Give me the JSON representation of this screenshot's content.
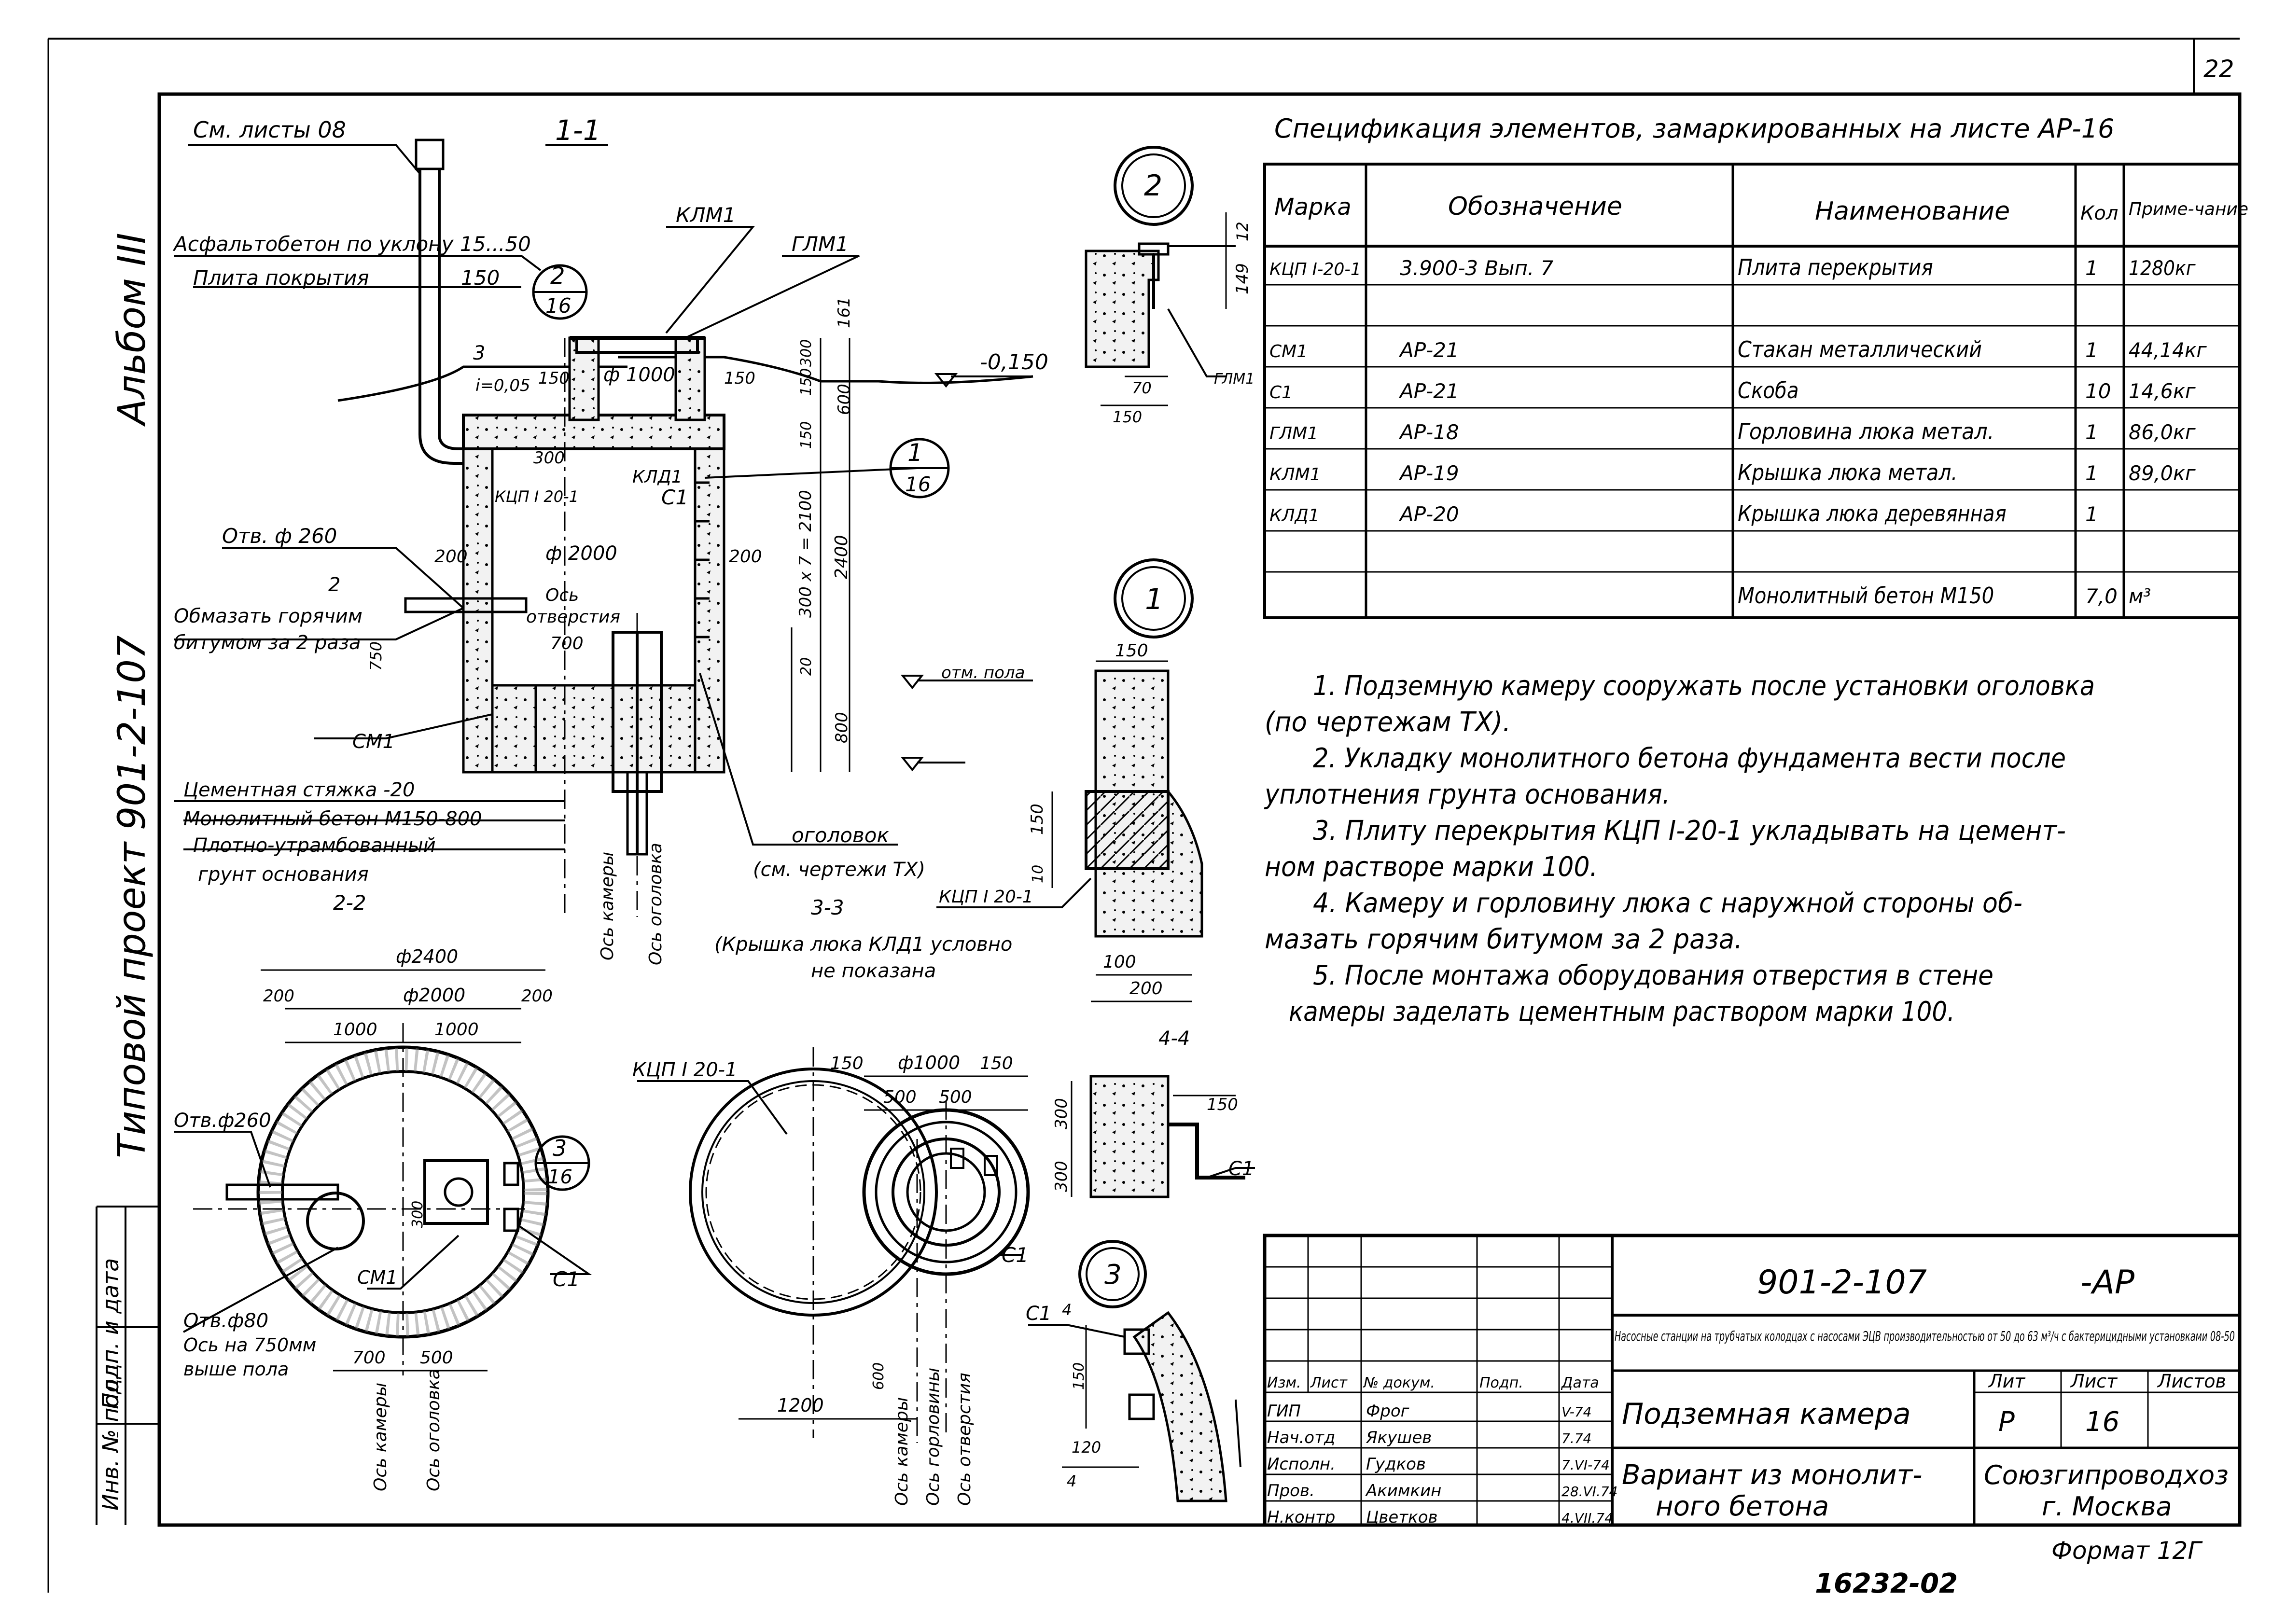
{
  "sheet": {
    "page_number": "22",
    "album": "Альбом III",
    "project": "Типовой проект 901-2-107",
    "bottom_code": "16232-02",
    "format": "Формат 12Г"
  },
  "spec": {
    "title": "Спецификация элементов, замаркированных на листе АР-16",
    "headers": [
      "Марка",
      "Обозначение",
      "Наименование",
      "Кол",
      "Приме-чание"
    ],
    "rows": [
      [
        "КЦП I-20-1",
        "3.900-3 Вып. 7",
        "Плита перекрытия",
        "1",
        "1280кг"
      ],
      [
        "",
        "",
        "",
        "",
        ""
      ],
      [
        "СМ1",
        "АР-21",
        "Стакан металлический",
        "1",
        "44,14кг"
      ],
      [
        "С1",
        "АР-21",
        "Скоба",
        "10",
        "14,6кг"
      ],
      [
        "ГЛМ1",
        "АР-18",
        "Горловина люка метал.",
        "1",
        "86,0кг"
      ],
      [
        "КЛМ1",
        "АР-19",
        "Крышка люка метал.",
        "1",
        "89,0кг"
      ],
      [
        "КЛД1",
        "АР-20",
        "Крышка люка деревянная",
        "1",
        ""
      ],
      [
        "",
        "",
        "",
        "",
        ""
      ],
      [
        "",
        "",
        "Монолитный бетон М150",
        "7,0",
        "м³"
      ]
    ]
  },
  "notes": [
    "1. Подземную камеру сооружать после установки оголовка",
    "(по чертежам ТХ).",
    "2. Укладку монолитного бетона фундамента вести после",
    "уплотнения грунта основания.",
    "3. Плиту перекрытия КЦП I-20-1 укладывать на цемент-",
    "ном растворе марки 100.",
    "4. Камеру и горловину люка с наружной стороны об-",
    "мазать горячим битумом за 2 раза.",
    "5. После монтажа оборудования отверстия в стене",
    "камеры заделать цементным раствором марки 100."
  ],
  "section11": {
    "title": "1-1",
    "labels": {
      "see_sheets": "См. листы 08",
      "asphalt": "Асфальтобетон по уклону 15...50",
      "cover_slab": "Плита покрытия",
      "cover_150": "150",
      "klm1": "КЛМ1",
      "glm1": "ГЛМ1",
      "kld1": "КЛД1",
      "kcp": "КЦП I 20-1",
      "c1": "С1",
      "level": "-0,150",
      "hole260": "Отв. ф 260",
      "bitumen1": "Обмазать горячим",
      "bitumen2": "битумом за 2 раза",
      "cm1": "СМ1",
      "screed": "Цементная стяжка -20",
      "concrete": "Монолитный бетон М150-800",
      "ground1": "Плотно-утрамбованный",
      "ground2": "грунт основания",
      "axis_hole1": "Ось",
      "axis_hole2": "отверстия",
      "head": "оголовок",
      "head_ref": "(см. чертежи ТХ)",
      "floor": "отм. пола",
      "axis_chamber": "Ось камеры",
      "axis_head": "Ось оголовка",
      "slope": "i=0,05",
      "three": "3",
      "two": "2",
      "d1000": "ф 1000",
      "d2000": "ф 2000",
      "d700": "700",
      "d200a": "200",
      "d200b": "200",
      "d150a": "150",
      "d150b": "150",
      "d300": "300",
      "d750": "750",
      "d600": "600",
      "d2400": "2400",
      "d300x7": "300 х 7 = 2100",
      "d150c": "150",
      "d300b": "300",
      "d161": "161",
      "d150d": "150",
      "d20": "20",
      "d800": "800",
      "callout_2": "2",
      "callout_16a": "16",
      "callout_1": "1",
      "callout_16b": "16"
    }
  },
  "section22": {
    "title": "2-2",
    "labels": {
      "d2400": "ф2400",
      "d2000": "ф2000",
      "d200a": "200",
      "d200b": "200",
      "d1000a": "1000",
      "d1000b": "1000",
      "hole260": "Отв.ф260",
      "hole80": "Отв.ф80",
      "axis_note1": "Ось на 750мм",
      "axis_note2": "выше пола",
      "d700": "700",
      "d500": "500",
      "d300": "300",
      "cm1": "СМ1",
      "c1": "С1",
      "axis_chamber": "Ось камеры",
      "axis_head": "Ось оголовка",
      "callout_3": "3",
      "callout_16": "16"
    }
  },
  "section33": {
    "title": "3-3",
    "note1": "(Крышка люка КЛД1 условно",
    "note2": "не показана",
    "kcp": "КЦП I 20-1",
    "d150": "150",
    "d1000": "ф1000",
    "d500a": "500",
    "d500b": "500",
    "d150b": "150",
    "c1": "С1",
    "d1200": "1200",
    "d600": "600",
    "axis_chamber": "Ось камеры",
    "axis_neck": "Ось горловины",
    "axis_hole": "Ось отверстия"
  },
  "detail1": {
    "number": "1",
    "d150": "150",
    "d150b": "150",
    "d10": "10",
    "kcp": "КЦП I 20-1",
    "d100": "100",
    "d200": "200"
  },
  "detail2": {
    "number": "2",
    "d12": "12",
    "d149": "149",
    "d70": "70",
    "d150": "150",
    "glm1": "ГЛМ1"
  },
  "detail3": {
    "number": "3",
    "c1": "С1",
    "d4a": "4",
    "d4b": "4",
    "d150": "150",
    "d120": "120"
  },
  "section44": {
    "title": "4-4",
    "d150": "150",
    "d300a": "300",
    "d300b": "300",
    "c1": "С1"
  },
  "titleblock": {
    "code": "901-2-107",
    "suffix": "-АР",
    "description": "Насосные станции на трубчатых колодцах с насосами ЭЦВ производительностью от 50 до 63 м³/ч с бактерицидными установками 08-50",
    "headers": [
      "Изм.",
      "Лист",
      "№ докум.",
      "Подп.",
      "Дата"
    ],
    "roles": [
      {
        "role": "ГИП",
        "name": "Фрог",
        "date": "V-74"
      },
      {
        "role": "Нач.отд",
        "name": "Якушев",
        "date": "7.74"
      },
      {
        "role": "Исполн.",
        "name": "Гудков",
        "date": "7.VI-74"
      },
      {
        "role": "Пров.",
        "name": "Акимкин",
        "date": "28.VI.74"
      },
      {
        "role": "Н.контр",
        "name": "Цветков",
        "date": "4.VII.74"
      }
    ],
    "sheet_title": "Подземная камера",
    "variant1": "Вариант из монолит-",
    "variant2": "ного бетона",
    "lit_header": "Лит",
    "sheet_header": "Лист",
    "sheets_header": "Листов",
    "lit": "Р",
    "sheet": "16",
    "org1": "Союзгипроводхоз",
    "org2": "г. Москва"
  },
  "side": {
    "inv": "Инв. № подл.",
    "sign": "Подп. и дата"
  }
}
